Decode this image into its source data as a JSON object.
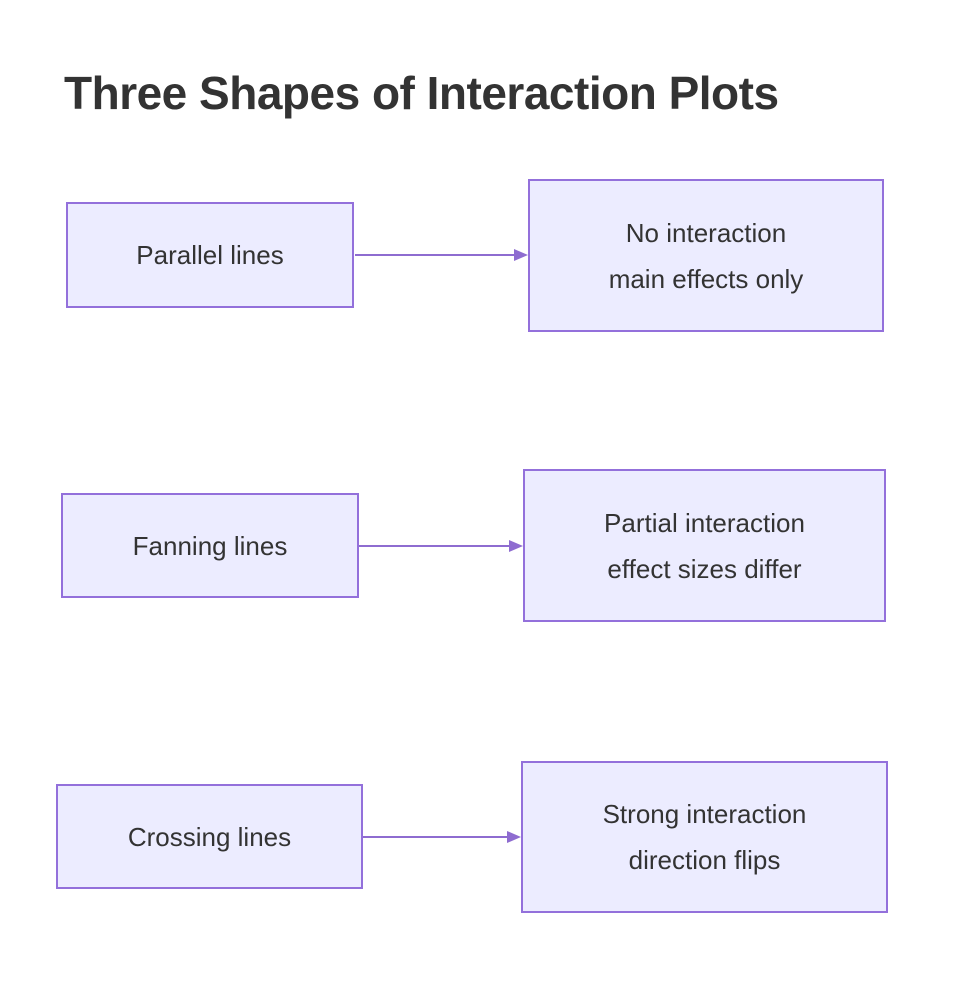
{
  "title": "Three Shapes of Interaction Plots",
  "colors": {
    "background": "#FFFFFF",
    "node_fill": "#ECECFF",
    "node_border": "#9370DB",
    "arrow": "#8E6CD0",
    "text": "#333333"
  },
  "diagram": {
    "type": "flowchart-left-to-right",
    "rows": [
      {
        "source": "Parallel lines",
        "target_line1": "No interaction",
        "target_line2": "main effects only"
      },
      {
        "source": "Fanning lines",
        "target_line1": "Partial interaction",
        "target_line2": "effect sizes differ"
      },
      {
        "source": "Crossing lines",
        "target_line1": "Strong interaction",
        "target_line2": "direction flips"
      }
    ]
  }
}
